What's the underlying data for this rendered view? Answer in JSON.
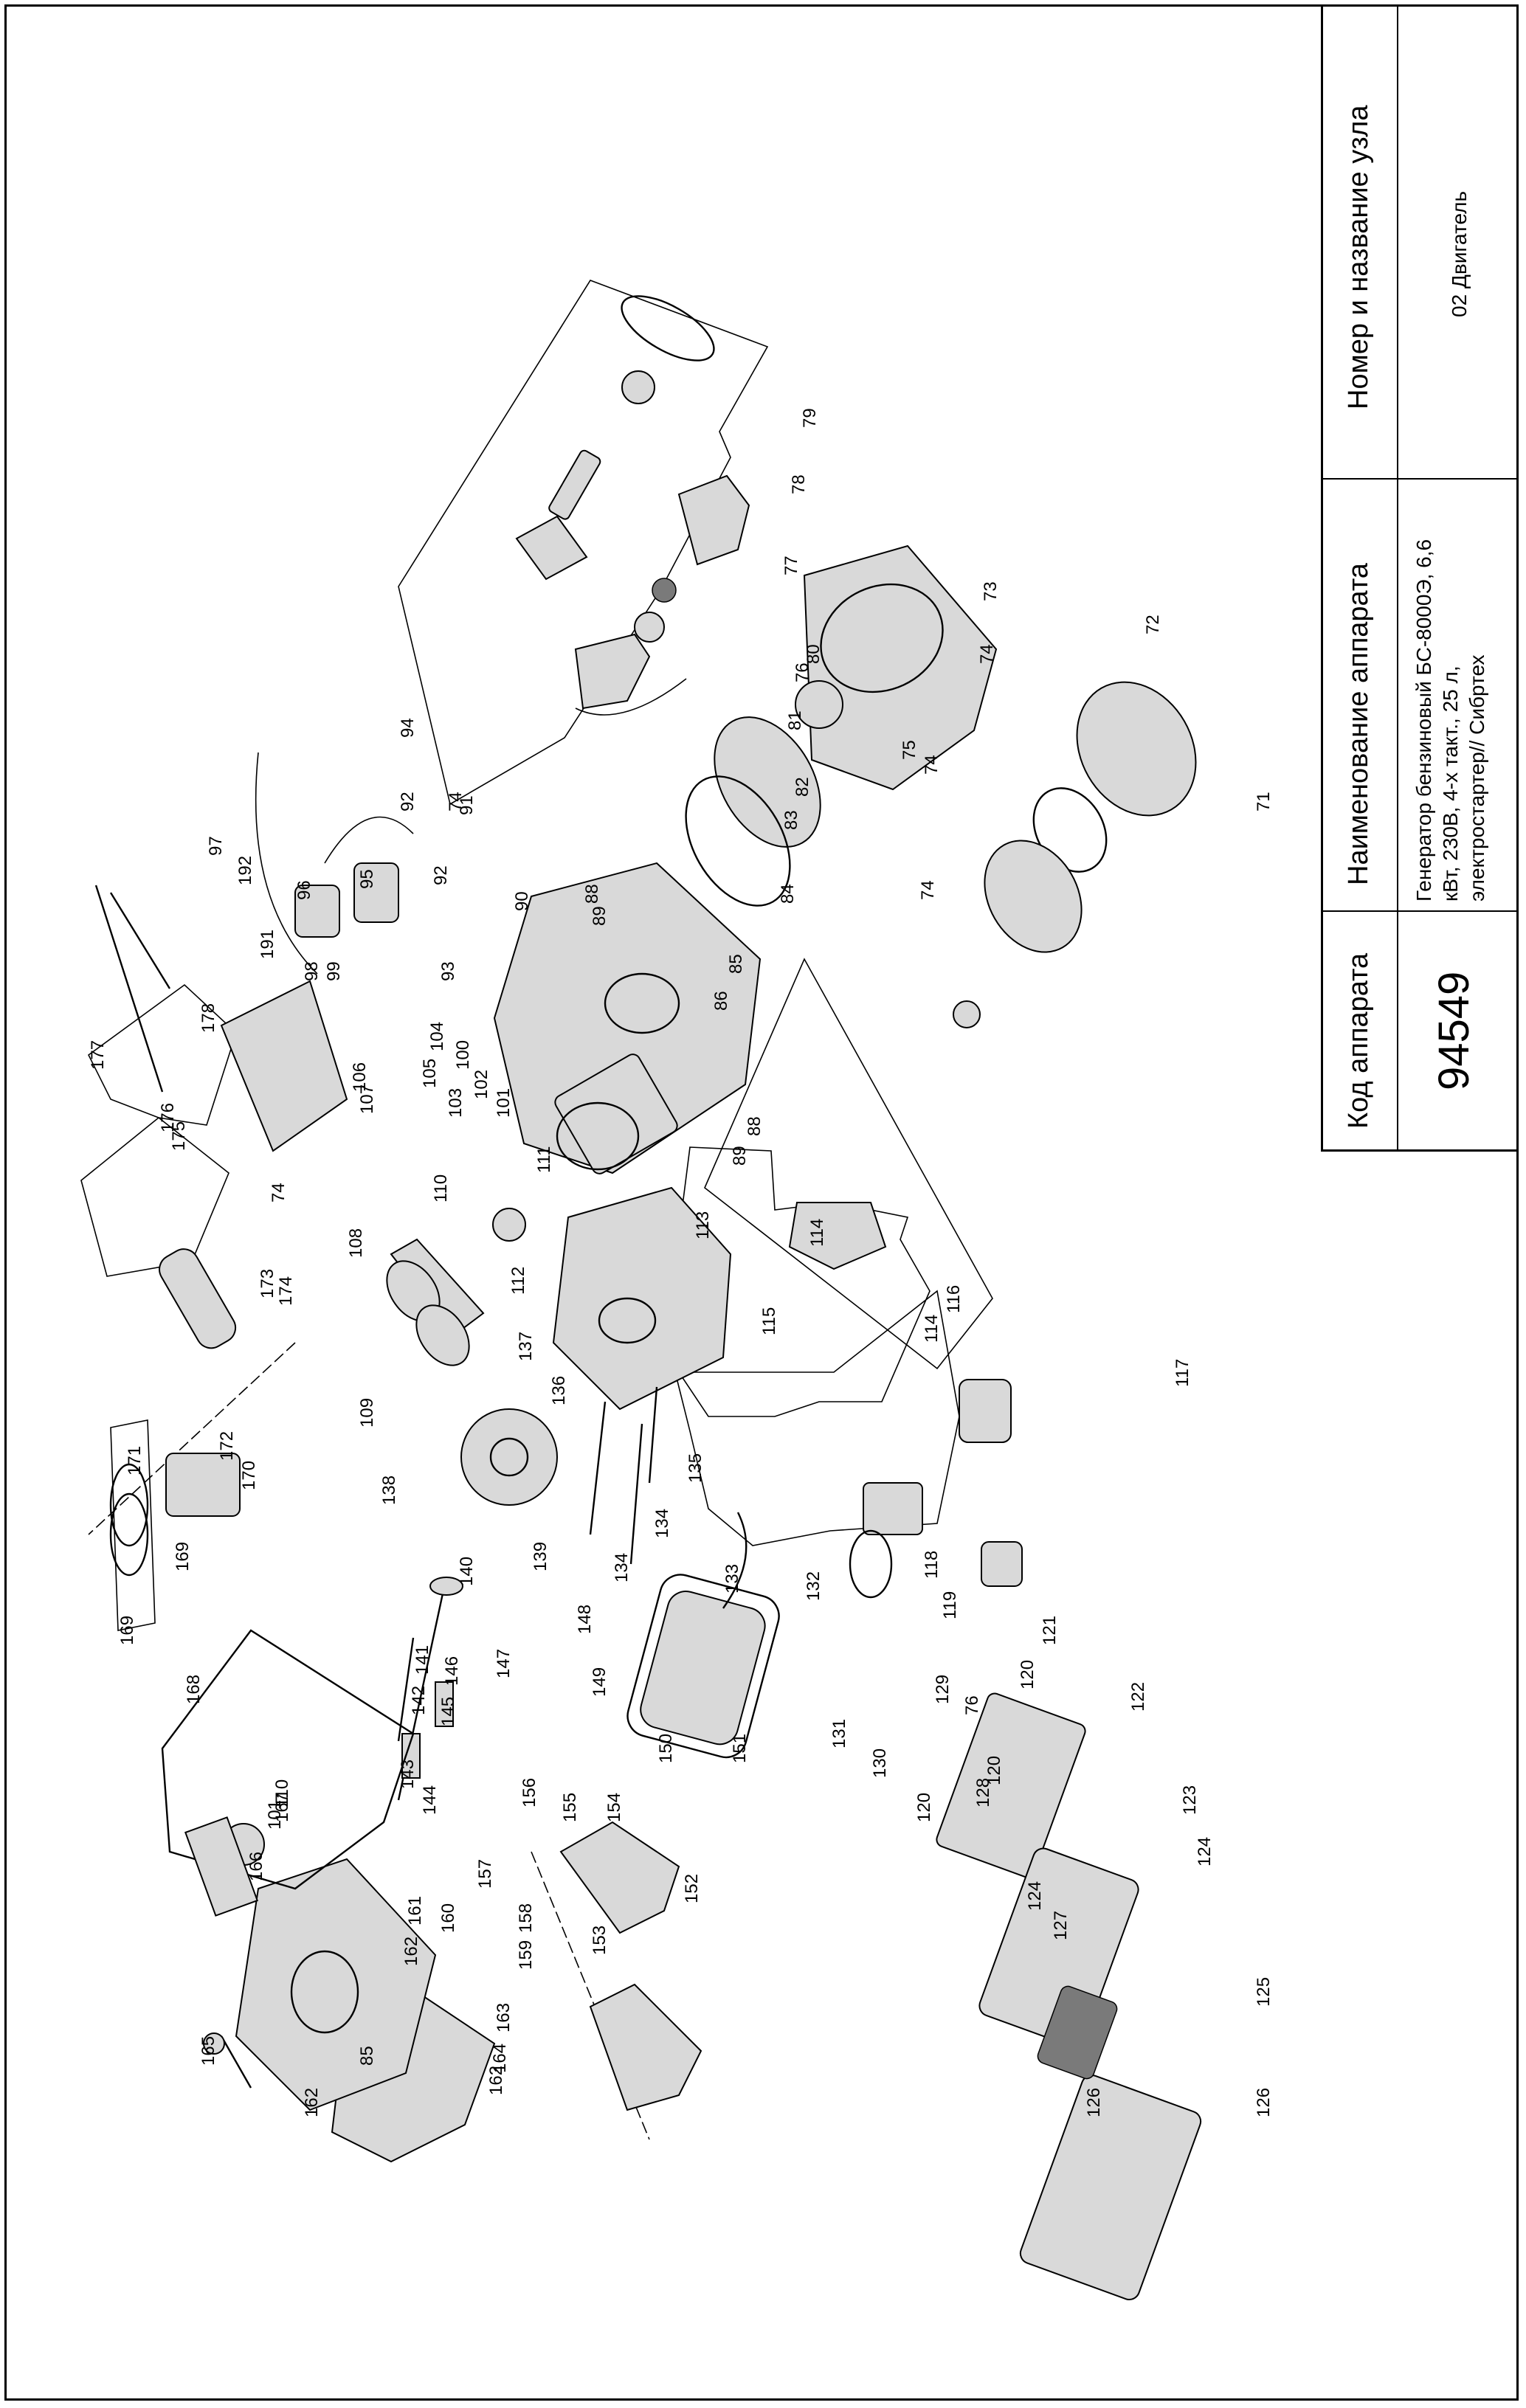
{
  "title_block": {
    "code_header": "Код аппарата",
    "code_value": "94549",
    "name_header": "Наименование аппарата",
    "name_value_lines": [
      "Генератор бензиновый БС-8000Э, 6,6",
      "кВт, 230В, 4-х такт., 25 л,",
      "электростартер// Сибртех"
    ],
    "unit_header": "Номер и название узла",
    "unit_value": "02 Двигатель"
  },
  "part_numbers": [
    "71",
    "72",
    "73",
    "74",
    "74",
    "74",
    "74",
    "74",
    "75",
    "76",
    "76",
    "77",
    "78",
    "79",
    "80",
    "81",
    "82",
    "83",
    "84",
    "85",
    "85",
    "86",
    "88",
    "88",
    "89",
    "89",
    "90",
    "91",
    "92",
    "92",
    "93",
    "94",
    "95",
    "96",
    "97",
    "98",
    "99",
    "100",
    "101",
    "101",
    "102",
    "103",
    "104",
    "105",
    "106",
    "107",
    "108",
    "109",
    "110",
    "110",
    "111",
    "112",
    "113",
    "114",
    "114",
    "115",
    "116",
    "117",
    "118",
    "119",
    "120",
    "120",
    "120",
    "121",
    "122",
    "123",
    "124",
    "124",
    "125",
    "126",
    "126",
    "127",
    "128",
    "129",
    "130",
    "131",
    "132",
    "133",
    "134",
    "134",
    "135",
    "136",
    "137",
    "138",
    "139",
    "140",
    "141",
    "142",
    "143",
    "144",
    "145",
    "146",
    "147",
    "148",
    "149",
    "150",
    "151",
    "152",
    "153",
    "154",
    "155",
    "156",
    "157",
    "158",
    "159",
    "160",
    "161",
    "162",
    "162",
    "162",
    "163",
    "164",
    "165",
    "166",
    "167",
    "168",
    "169",
    "169",
    "170",
    "171",
    "172",
    "173",
    "174",
    "175",
    "176",
    "177",
    "178",
    "191",
    "192"
  ]
}
